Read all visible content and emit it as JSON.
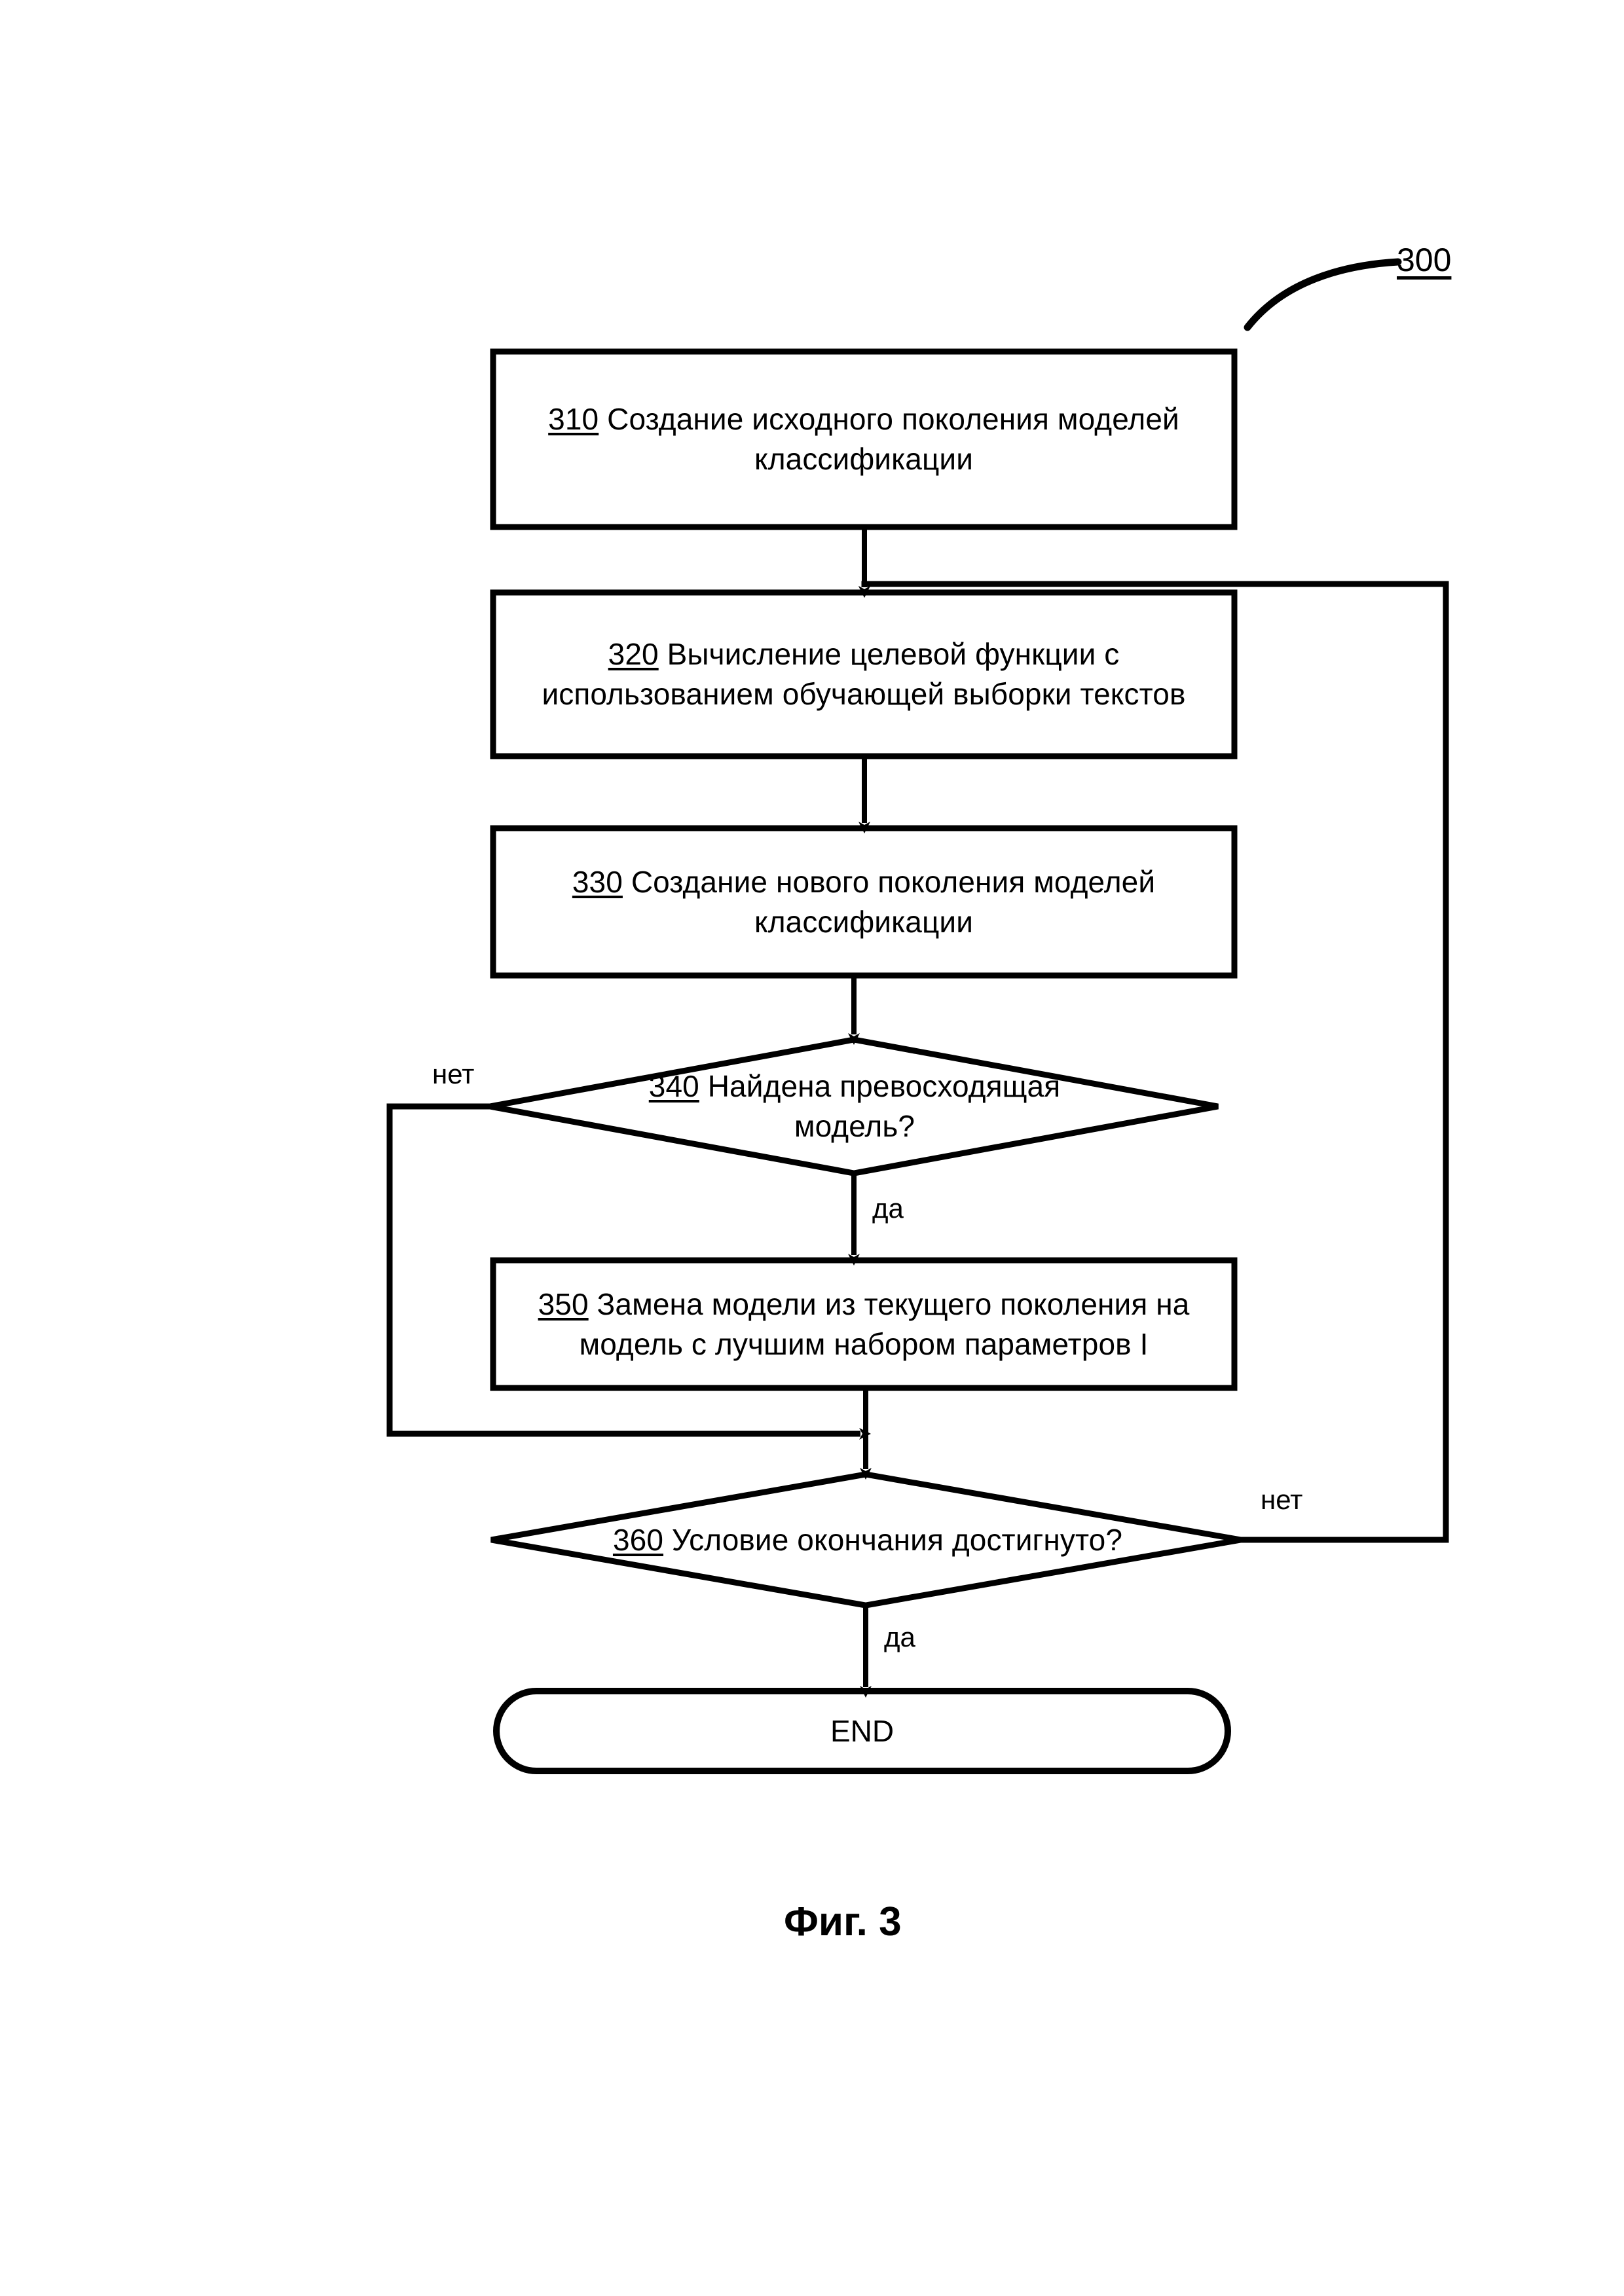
{
  "figure": {
    "caption": "Фиг. 3",
    "callout_ref": "300"
  },
  "nodes": [
    {
      "id": "310",
      "shape": "process",
      "ref": "310",
      "text": "Создание исходного поколения моделей классификации"
    },
    {
      "id": "320",
      "shape": "process",
      "ref": "320",
      "text": "Вычисление целевой функции с использованием обучающей выборки текстов"
    },
    {
      "id": "330",
      "shape": "process",
      "ref": "330",
      "text": "Создание нового поколения моделей классификации"
    },
    {
      "id": "340",
      "shape": "decision",
      "ref": "340",
      "text": "Найдена превосходящая модель?"
    },
    {
      "id": "350",
      "shape": "process",
      "ref": "350",
      "text": "Замена модели из текущего поколения на модель с лучшим набором параметров I"
    },
    {
      "id": "360",
      "shape": "decision",
      "ref": "360",
      "text": "Условие окончания достигнуто?"
    },
    {
      "id": "end",
      "shape": "terminator",
      "ref": "",
      "text": "END"
    }
  ],
  "edge_labels": {
    "d340_no": "нет",
    "d340_yes": "да",
    "d360_no": "нет",
    "d360_yes": "да"
  },
  "colors": {
    "stroke": "#000000",
    "fill": "#ffffff",
    "text": "#000000"
  }
}
